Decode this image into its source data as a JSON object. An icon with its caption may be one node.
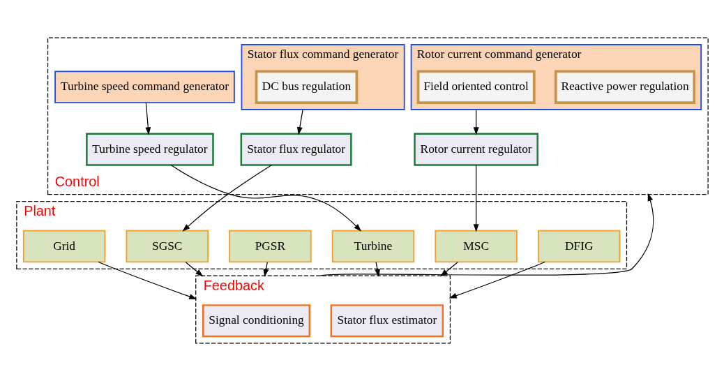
{
  "diagram": {
    "nodes": [
      {
        "text": [
          "Control"
        ]
      },
      {
        "text": [
          "Stator flux command generator"
        ],
        "in": 0
      },
      {
        "text": [
          "DC bus regulation"
        ],
        "in": 1
      },
      {
        "text": [
          "Rotor current command generator"
        ],
        "in": 0
      },
      {
        "text": [
          "Field oriented control"
        ],
        "in": 3
      },
      {
        "text": [
          "Reactive power regulation"
        ],
        "in": 3
      },
      {
        "text": [
          "Turbine speed command generator"
        ],
        "in": 0
      },
      {
        "text": [
          "Stator flux regulator"
        ],
        "in": 0
      },
      {
        "text": [
          "Rotor current regulator"
        ],
        "in": 0
      },
      {
        "text": [
          "Turbine speed regulator"
        ],
        "in": 0
      },
      {
        "text": [
          "Plant"
        ]
      },
      {
        "text": [
          "Grid"
        ],
        "in": 10
      },
      {
        "text": [
          "SGSC"
        ],
        "in": 10
      },
      {
        "text": [
          "PGSR"
        ],
        "in": 10
      },
      {
        "text": [
          "MSC"
        ],
        "in": 10
      },
      {
        "text": [
          "DFIG"
        ],
        "in": 10
      },
      {
        "text": [
          "Turbine"
        ],
        "in": 10
      },
      {
        "text": [
          "Feedback"
        ]
      },
      {
        "text": [
          "Signal conditioning"
        ],
        "in": 17
      },
      {
        "text": [
          "Stator flux estimator"
        ],
        "in": 17
      }
    ],
    "edges": [
      {
        "from": 1,
        "to": 7,
        "arrow": "to"
      },
      {
        "from": 3,
        "to": 8,
        "arrow": "to"
      },
      {
        "from": 6,
        "to": 9,
        "arrow": "to"
      },
      {
        "from": 7,
        "to": 12,
        "arrow": "to"
      },
      {
        "from": 8,
        "to": 14,
        "arrow": "to"
      },
      {
        "from": 9,
        "to": 16,
        "arrow": "to"
      },
      {
        "from": 11,
        "to": 17,
        "arrow": "to"
      },
      {
        "from": 12,
        "to": 17,
        "arrow": "to"
      },
      {
        "from": 13,
        "to": 17,
        "arrow": "to"
      },
      {
        "from": 14,
        "to": 17,
        "arrow": "to"
      },
      {
        "from": 15,
        "to": 17,
        "arrow": "to"
      },
      {
        "from": 16,
        "to": 17,
        "arrow": "to"
      },
      {
        "from": 17,
        "to": 0,
        "arrow": "to"
      }
    ]
  }
}
